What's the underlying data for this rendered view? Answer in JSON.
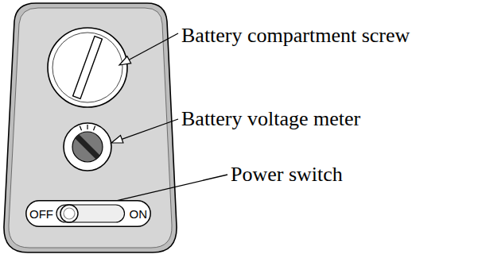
{
  "diagram": {
    "nodes": [
      {
        "text": [
          "OFF",
          "ON"
        ]
      }
    ],
    "labels": [
      "Battery compartment screw",
      "Battery voltage meter",
      "Power switch"
    ]
  }
}
